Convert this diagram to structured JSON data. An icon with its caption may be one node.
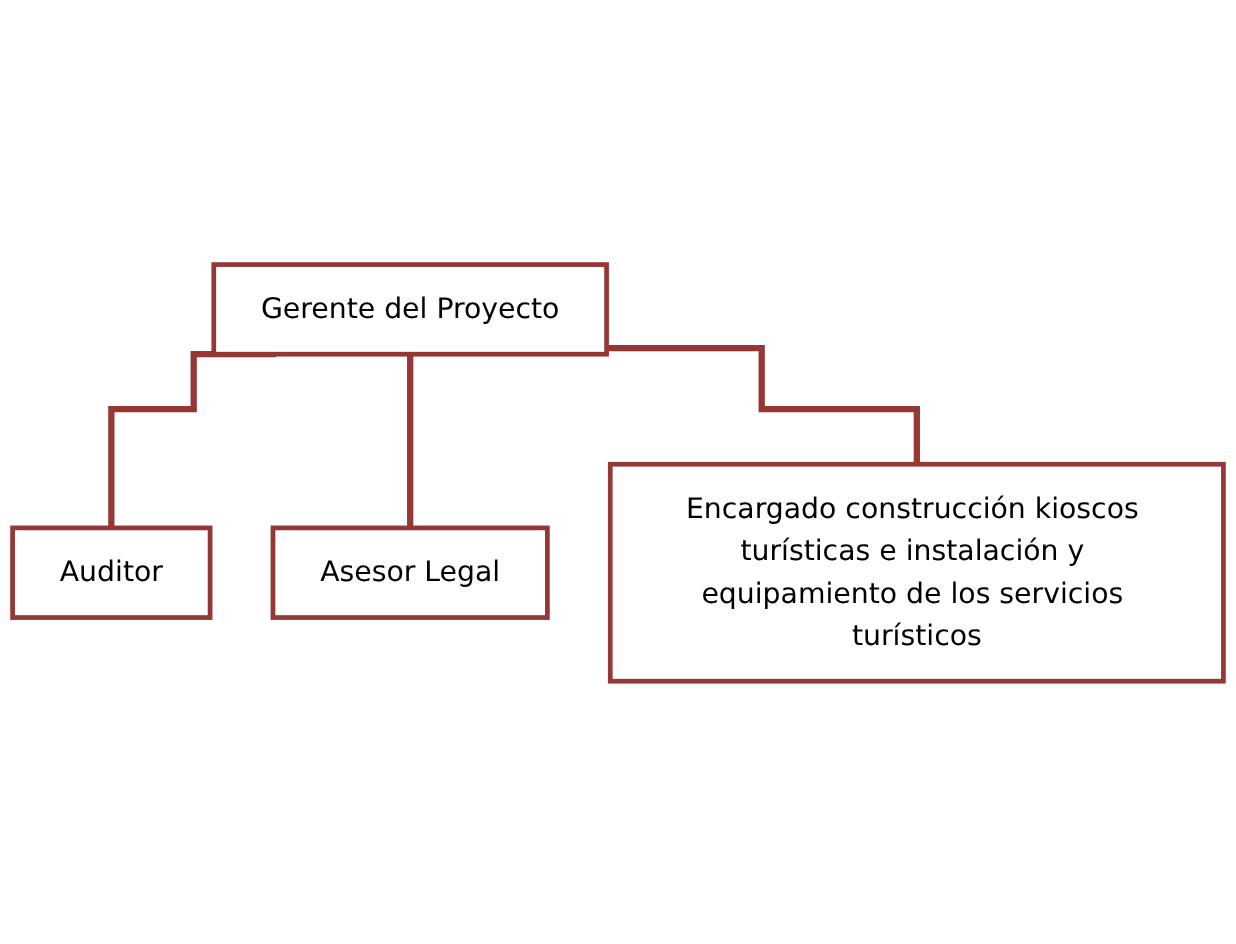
{
  "diagram": {
    "nodes": [
      {
        "text": [
          "Gerente del Proyecto"
        ]
      },
      {
        "text": [
          "Auditor"
        ]
      },
      {
        "text": [
          "Asesor Legal"
        ]
      },
      {
        "text": [
          "Encargado construcción kioscos turísticas e instalación y equipamiento de los servicios turísticos"
        ]
      }
    ],
    "edges": [
      {
        "from": 0,
        "to": 1,
        "arrow": "none"
      },
      {
        "from": 0,
        "to": 2,
        "arrow": "none"
      },
      {
        "from": 0,
        "to": 3,
        "arrow": "none"
      }
    ]
  }
}
